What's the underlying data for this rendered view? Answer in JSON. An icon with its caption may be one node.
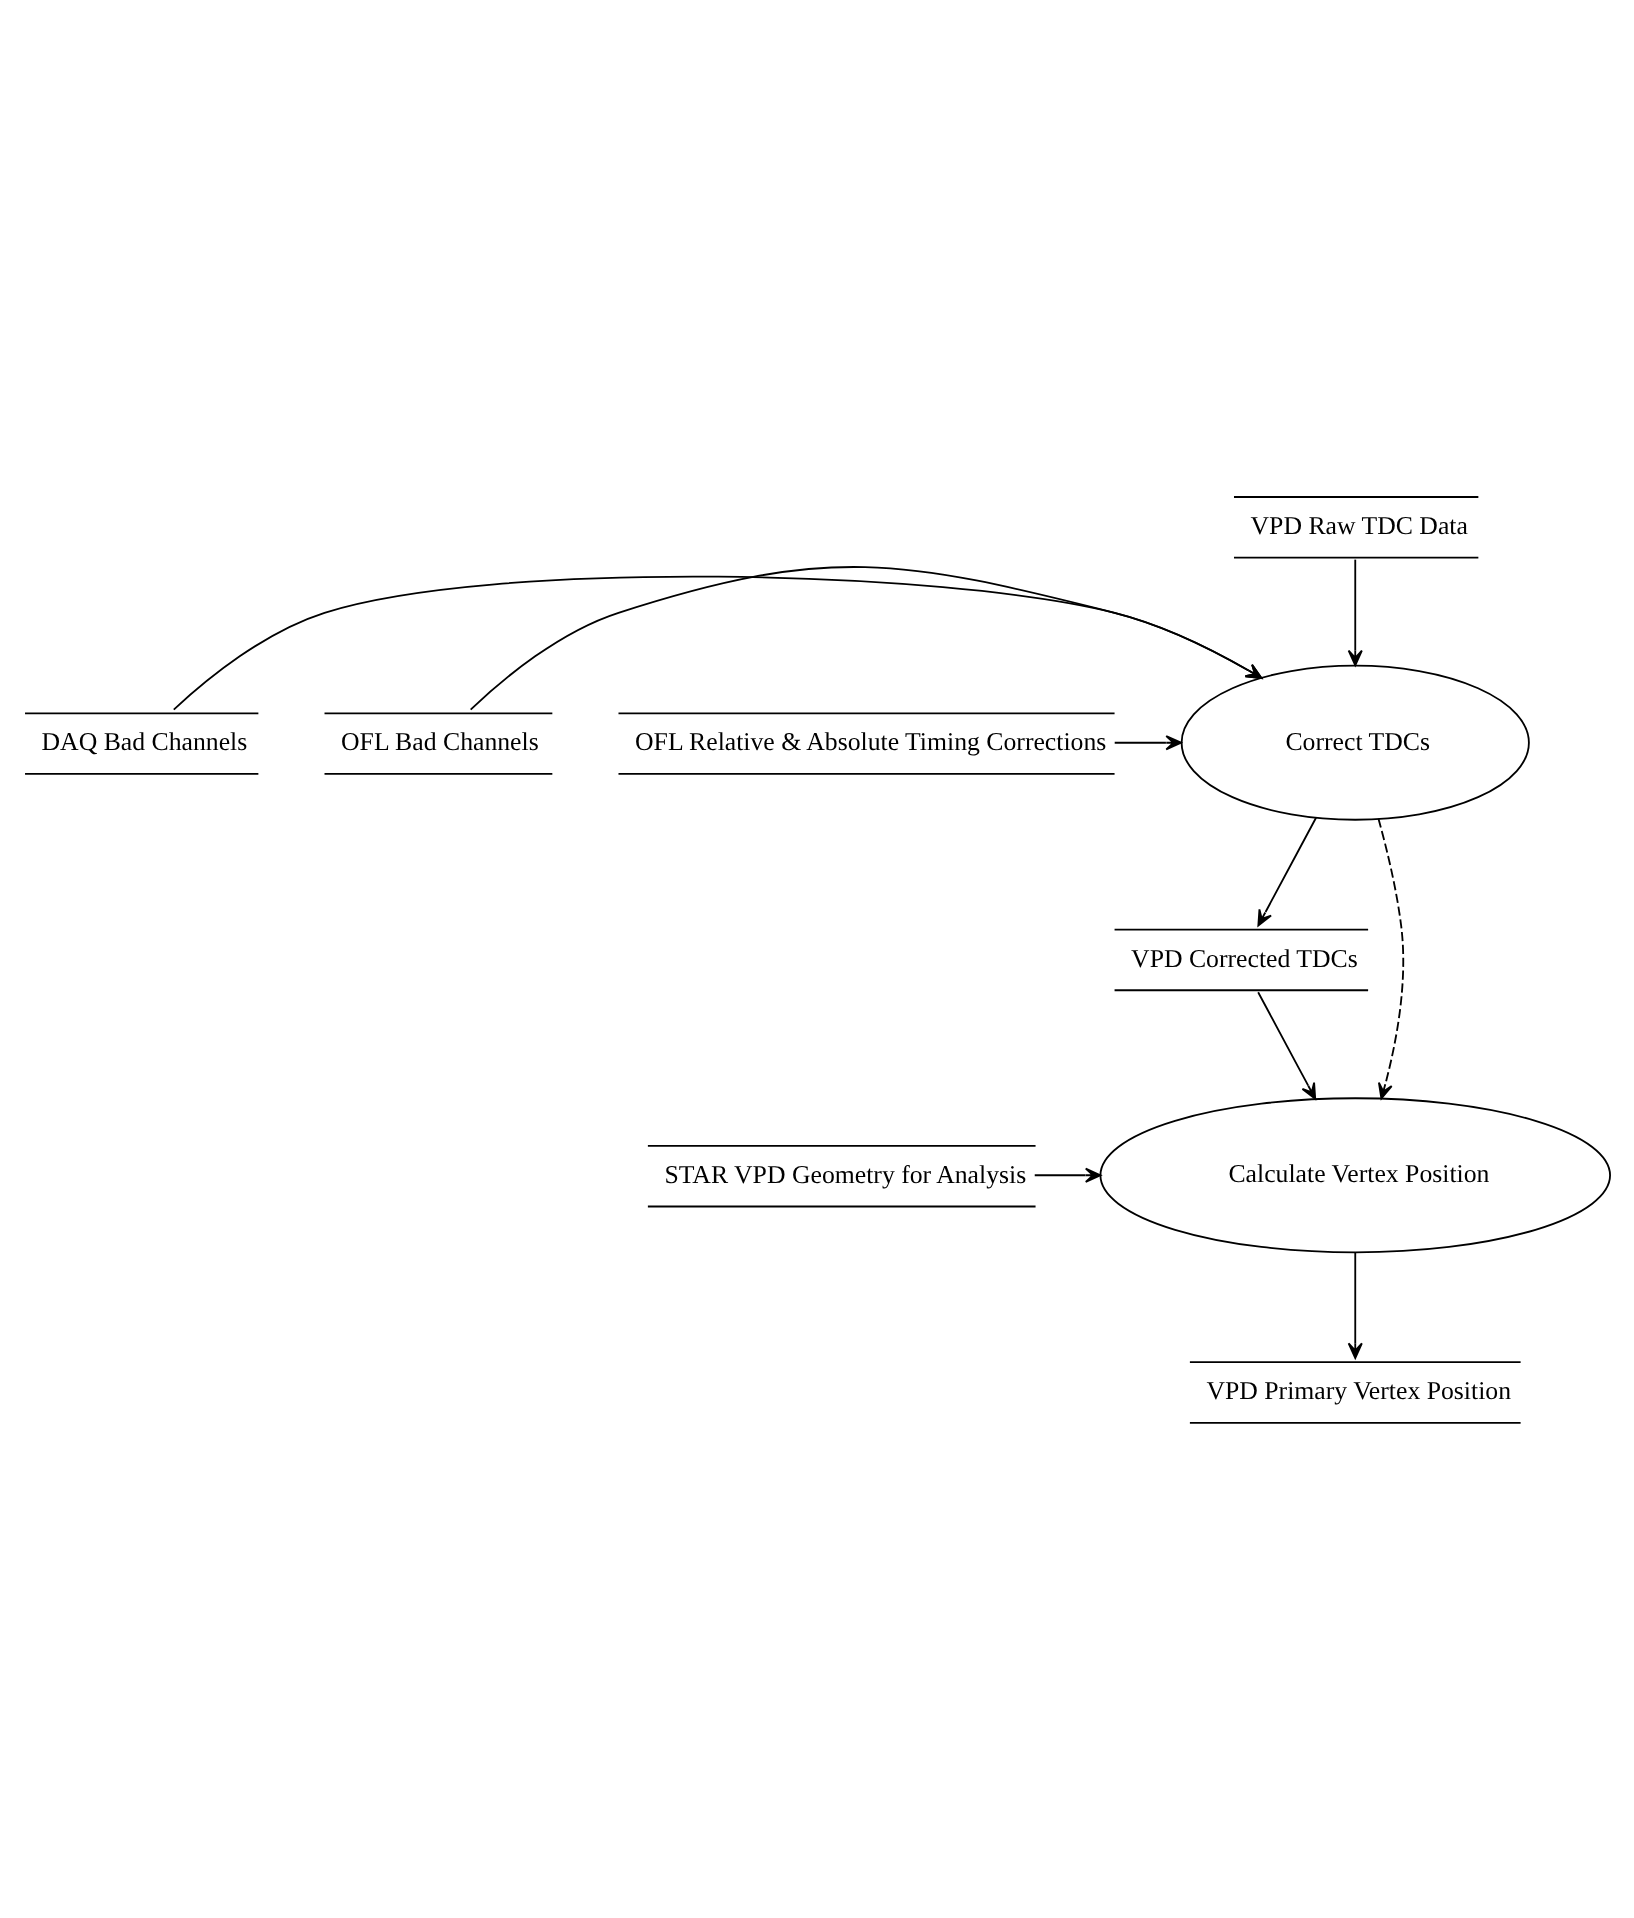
{
  "diagram": {
    "nodes": [
      {
        "text": [
          "VPD Raw TDC Data"
        ]
      },
      {
        "text": [
          "DAQ Bad Channels"
        ]
      },
      {
        "text": [
          "OFL Bad Channels"
        ]
      },
      {
        "text": [
          "Correct TDCs"
        ]
      },
      {
        "text": [
          "OFL Relative & Absolute Timing Corrections"
        ]
      },
      {
        "text": [
          "VPD Corrected TDCs"
        ]
      },
      {
        "text": [
          "STAR VPD Geometry for Analysis"
        ]
      },
      {
        "text": [
          "Calculate Vertex Position"
        ]
      },
      {
        "text": [
          "VPD Primary Vertex Position"
        ]
      }
    ],
    "edges": [
      {
        "from": 0,
        "to": 3,
        "arrow": "to"
      },
      {
        "from": 1,
        "to": 3,
        "arrow": "to"
      },
      {
        "from": 2,
        "to": 3,
        "arrow": "to"
      },
      {
        "from": 4,
        "to": 3,
        "arrow": "to"
      },
      {
        "from": 3,
        "to": 5,
        "arrow": "to"
      },
      {
        "from": 3,
        "to": 7,
        "arrow": "to",
        "style": "dashed"
      },
      {
        "from": 5,
        "to": 7,
        "arrow": "to"
      },
      {
        "from": 6,
        "to": 7,
        "arrow": "to"
      },
      {
        "from": 7,
        "to": 8,
        "arrow": "to"
      }
    ]
  }
}
